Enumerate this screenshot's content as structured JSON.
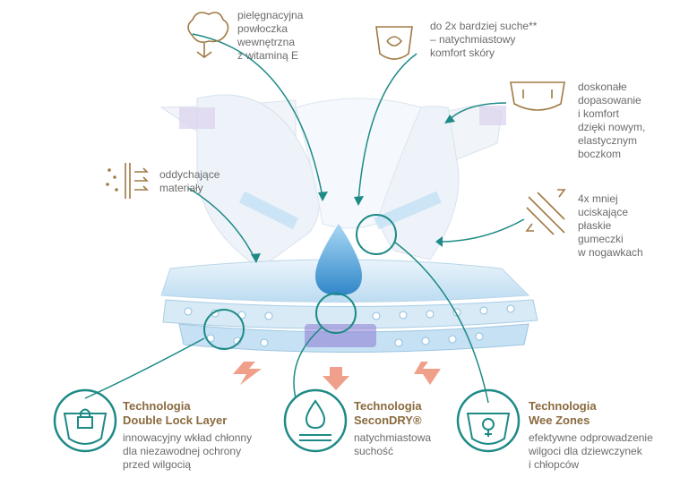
{
  "colors": {
    "teal": "#1e8a86",
    "gold": "#a07a45",
    "text": "#6b6b6b",
    "blue": "#6bb7e6",
    "arrow": "#f0a08a"
  },
  "callouts": {
    "care_coating": "pielęgnacyjna\npowłoczka\nwewnętrzna\nz witaminą E",
    "drier": "do 2x bardziej suche**\n– natychmiastowy\nkomfort skóry",
    "fit": "doskonałe\ndopasowanie\ni komfort\ndzięki nowym,\nelastycznym\nboczkom",
    "breathable": "oddychające\nmateriały",
    "less_squeezing": "4x mniej\nuciskające\npłaskie\ngumeczki\nw nogawkach"
  },
  "icons": [
    "cotton-icon",
    "dry-diaper-icon",
    "diaper-fit-icon",
    "breathable-icon",
    "flat-elastic-icon",
    "lock-layer-icon",
    "secondry-icon",
    "wee-zones-icon"
  ],
  "features": [
    {
      "title": "Technologia\nDouble Lock Layer",
      "desc": "innowacyjny wkład chłonny\ndla niezawodnej ochrony\nprzed wilgocią"
    },
    {
      "title": "Technologia\nSeconDRY®",
      "desc": "natychmiastowa\nsuchość"
    },
    {
      "title": "Technologia\nWee Zones",
      "desc": "efektywne odprowadzenie\nwilgoci dla dziewczynek\ni chłopców"
    }
  ]
}
